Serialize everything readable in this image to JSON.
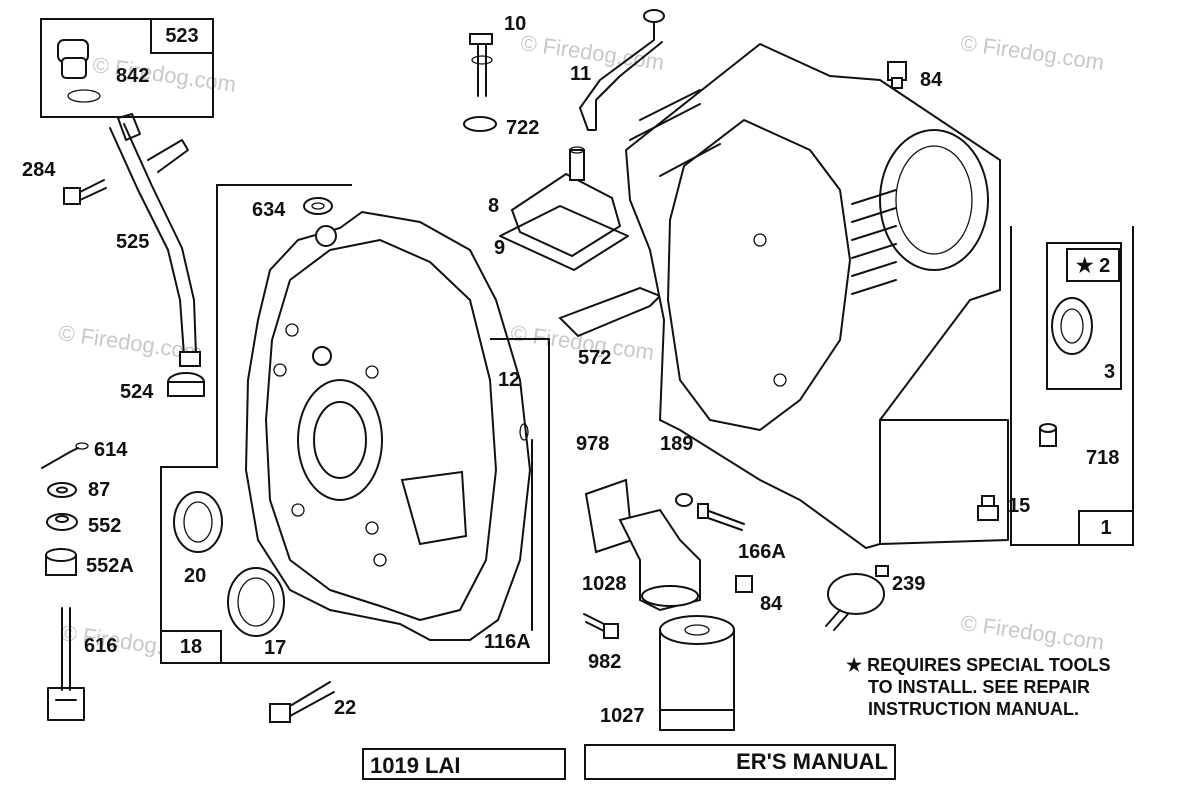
{
  "watermarks": {
    "w1": "© Firedog.com",
    "w2": "© Firedog.com",
    "w3": "© Firedog.com",
    "w4": "© Firedog.com",
    "w5": "© Firedog.com",
    "w6": "© Firedog.com",
    "w7": "© Firedog.com"
  },
  "group_boxes": {
    "b523": "523",
    "b18": "18",
    "b1": "1",
    "b2": "★ 2"
  },
  "part_labels": {
    "p842": "842",
    "p284": "284",
    "p525": "525",
    "p524": "524",
    "p614": "614",
    "p87": "87",
    "p552": "552",
    "p552a": "552A",
    "p616": "616",
    "p634": "634",
    "p12": "12",
    "p20": "20",
    "p17": "17",
    "p116a": "116A",
    "p22": "22",
    "p10": "10",
    "p722": "722",
    "p11": "11",
    "p8": "8",
    "p9": "9",
    "p572": "572",
    "p978": "978",
    "p189": "189",
    "p166a": "166A",
    "p1028": "1028",
    "p84b": "84",
    "p982": "982",
    "p1027": "1027",
    "p239": "239",
    "p84a": "84",
    "p3": "3",
    "p718": "718",
    "p15": "15"
  },
  "note": {
    "line1": "★ REQUIRES SPECIAL TOOLS",
    "line2": "TO INSTALL.  SEE REPAIR",
    "line3": "INSTRUCTION MANUAL."
  },
  "manual_boxes": {
    "left": "1019 LAI",
    "right": "ER'S MANUAL"
  }
}
